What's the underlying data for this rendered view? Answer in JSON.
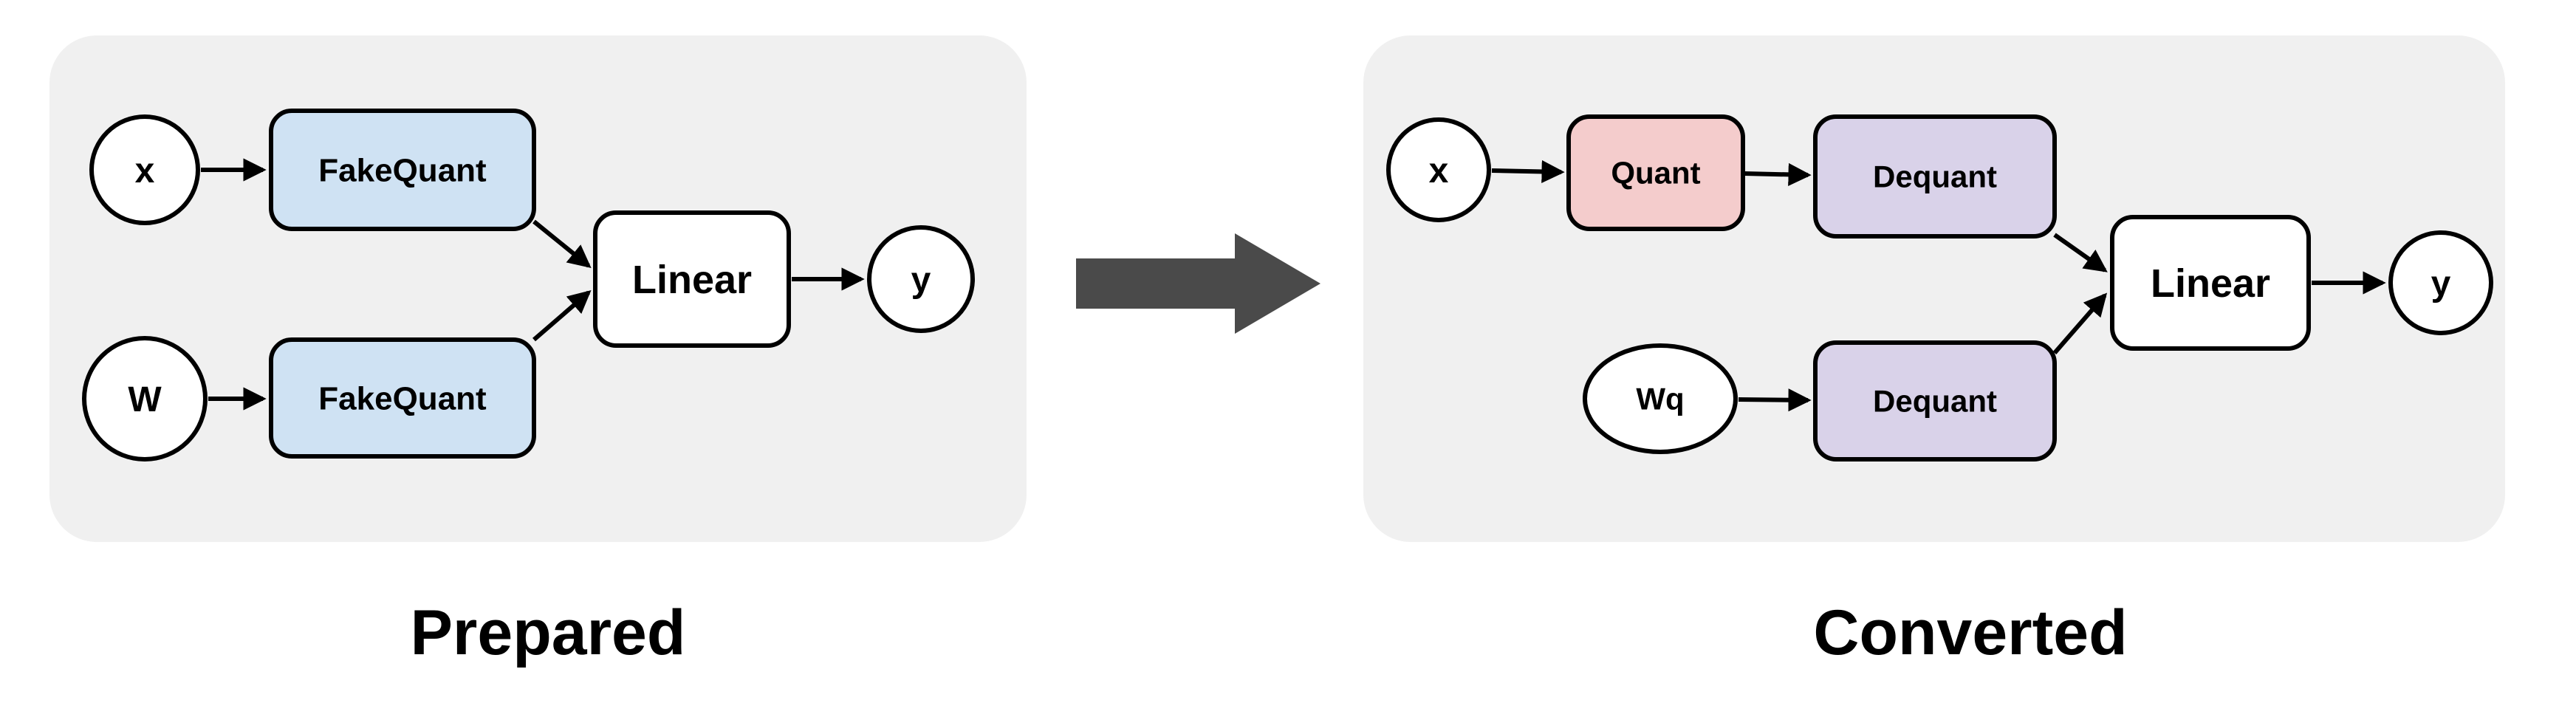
{
  "diagram": {
    "left": {
      "title": "Prepared",
      "nodes": {
        "x": "x",
        "w": "W",
        "fakequant_top": "FakeQuant",
        "fakequant_bottom": "FakeQuant",
        "linear": "Linear",
        "y": "y"
      }
    },
    "right": {
      "title": "Converted",
      "nodes": {
        "x": "x",
        "wq": "Wq",
        "quant": "Quant",
        "dequant_top": "Dequant",
        "dequant_bottom": "Dequant",
        "linear": "Linear",
        "y": "y"
      }
    },
    "colors": {
      "panel_bg": "#f0f0f0",
      "fakequant_fill": "#cfe2f3",
      "quant_fill": "#f4cccc",
      "dequant_fill": "#d9d2e9",
      "node_fill": "#ffffff",
      "node_border": "#000000",
      "transition_arrow": "#4a4a4a"
    }
  }
}
